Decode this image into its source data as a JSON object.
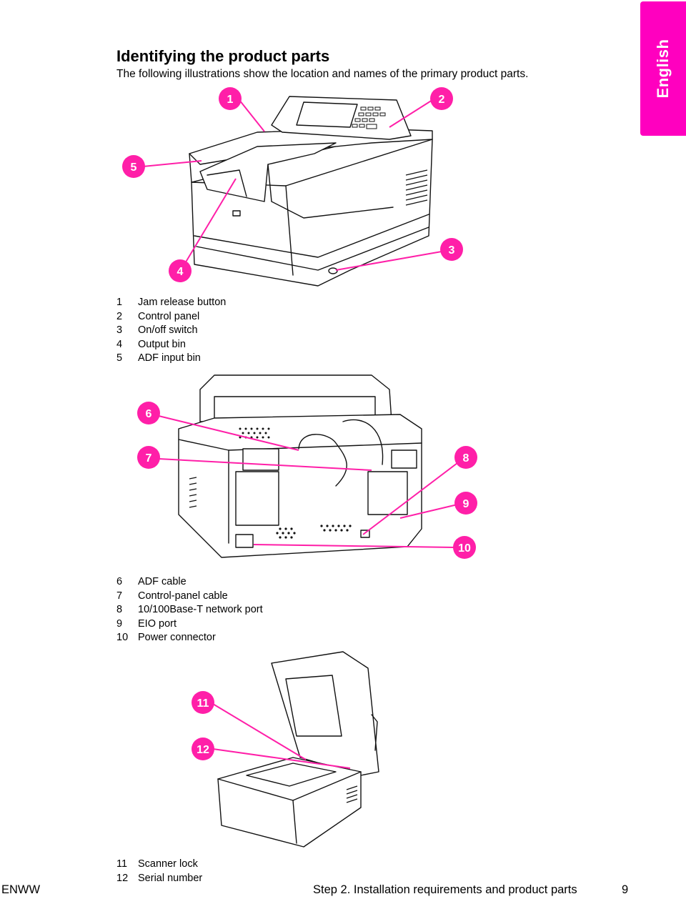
{
  "side_tab": {
    "label": "English"
  },
  "section": {
    "title": "Identifying the product parts",
    "intro": "The following illustrations show the location and names of the primary product parts."
  },
  "legend_front": [
    {
      "num": "1",
      "label": "Jam release button"
    },
    {
      "num": "2",
      "label": "Control panel"
    },
    {
      "num": "3",
      "label": "On/off switch"
    },
    {
      "num": "4",
      "label": "Output bin"
    },
    {
      "num": "5",
      "label": "ADF input bin"
    }
  ],
  "legend_back": [
    {
      "num": "6",
      "label": "ADF cable"
    },
    {
      "num": "7",
      "label": "Control-panel cable"
    },
    {
      "num": "8",
      "label": "10/100Base-T network port"
    },
    {
      "num": "9",
      "label": "EIO port"
    },
    {
      "num": "10",
      "label": "Power connector"
    }
  ],
  "legend_open": [
    {
      "num": "11",
      "label": "Scanner lock"
    },
    {
      "num": "12",
      "label": "Serial number"
    }
  ],
  "callouts": {
    "c1": "1",
    "c2": "2",
    "c3": "3",
    "c4": "4",
    "c5": "5",
    "c6": "6",
    "c7": "7",
    "c8": "8",
    "c9": "9",
    "c10": "10",
    "c11": "11",
    "c12": "12"
  },
  "footer": {
    "left": "ENWW",
    "center": "Step 2. Installation requirements and product parts",
    "page": "9"
  },
  "colors": {
    "accent": "#ff1fa8",
    "tab": "#ff00bf"
  }
}
